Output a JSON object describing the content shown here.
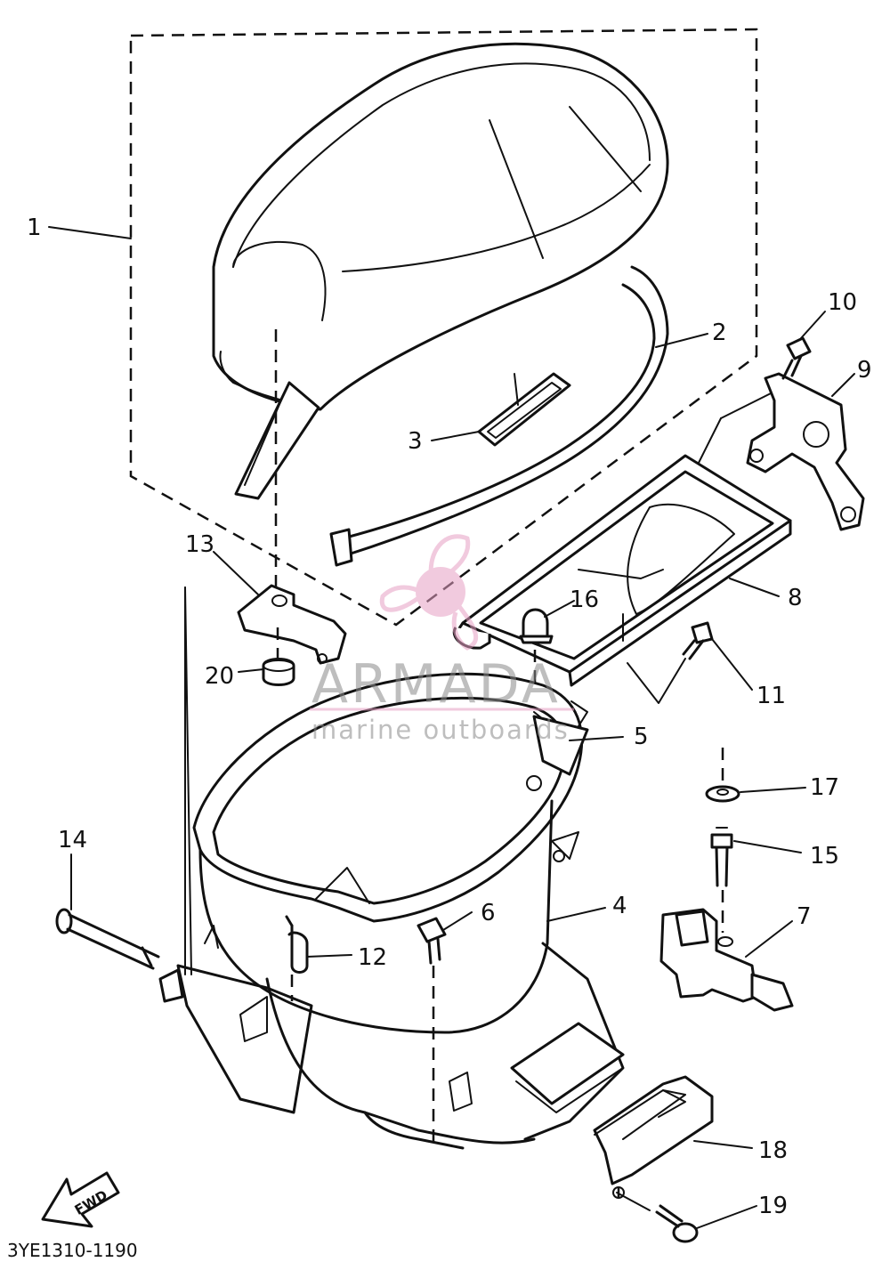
{
  "diagram_code": "3YE1310-1190",
  "direction_label": "FWD",
  "watermark": {
    "title": "ARMADA",
    "subtitle": "marine outboards",
    "logo_color": "#e7a0c4",
    "text_color": "#8a8a8a"
  },
  "callouts": [
    "1",
    "2",
    "3",
    "4",
    "5",
    "6",
    "7",
    "8",
    "9",
    "10",
    "11",
    "12",
    "13",
    "14",
    "15",
    "16",
    "17",
    "18",
    "19",
    "20"
  ],
  "colors": {
    "ink": "#111111",
    "background": "#ffffff"
  }
}
